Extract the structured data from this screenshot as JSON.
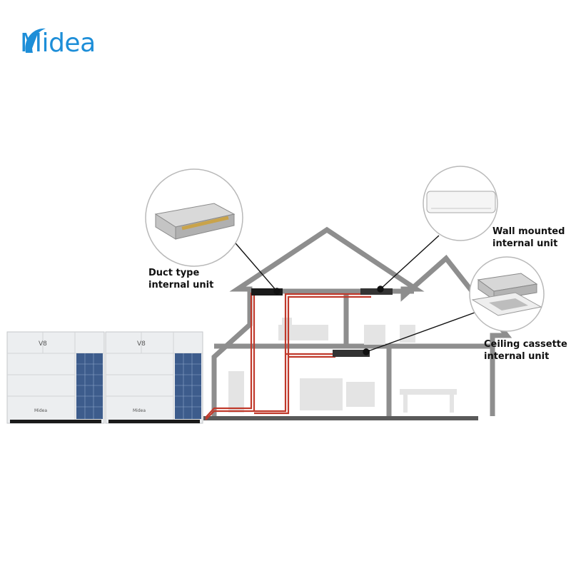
{
  "brand": {
    "name": "Midea",
    "color": "#1d8ed8"
  },
  "outdoor_units": [
    {
      "model": "V8",
      "badge": "Midea"
    },
    {
      "model": "V8",
      "badge": "Midea"
    }
  ],
  "callouts": [
    {
      "id": "duct",
      "line1": "Duct type",
      "line2": "internal unit",
      "icon": "duct-unit-icon"
    },
    {
      "id": "wall",
      "line1": "Wall mounted",
      "line2": "internal unit",
      "icon": "wall-unit-icon"
    },
    {
      "id": "cassette",
      "line1": "Ceiling cassette",
      "line2": "internal unit",
      "icon": "cassette-unit-icon"
    }
  ],
  "colors": {
    "pipe": "#c0392b",
    "house": "#8c8c8c",
    "ground": "#555555",
    "unit": "#1a1a1a"
  }
}
